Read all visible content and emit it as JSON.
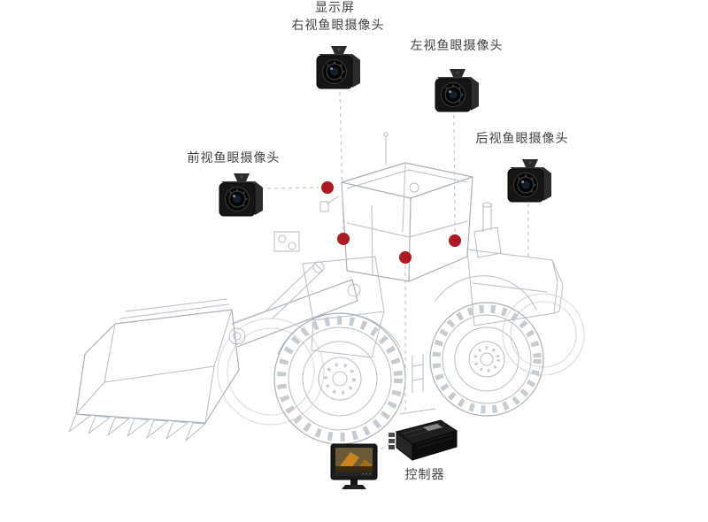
{
  "diagram": {
    "labels": {
      "camera_right": "右视鱼眼摄像头",
      "camera_left": "左视鱼眼摄像头",
      "camera_front": "前视鱼眼摄像头",
      "camera_rear": "后视鱼眼摄像头",
      "controller": "控制器",
      "display": "显示屏"
    },
    "colors": {
      "marker": "#ad1a21",
      "connector": "#c8c8c8",
      "wireframe": "#b6bec6",
      "label_text": "#3f3f3f",
      "background": "#ffffff"
    },
    "icons": {
      "camera": "fisheye-camera-photo",
      "controller": "controller-box-photo",
      "display": "monitor-photo",
      "marker": "mount-point-dot"
    }
  }
}
